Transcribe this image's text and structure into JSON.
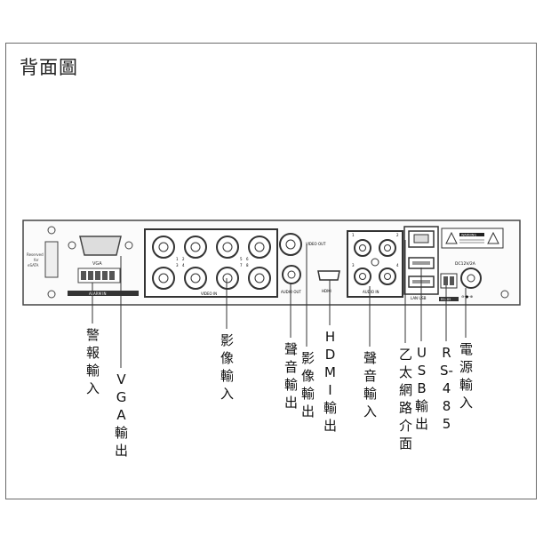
{
  "title": "背面圖",
  "panel": {
    "reserved_text": [
      "Reserved",
      "for",
      "eSATA"
    ],
    "vga_label": "VGA",
    "alarm_terminal_text": "ALARM IN",
    "video_in_label": "VIDEO IN",
    "video_in_numbers": [
      "1",
      "2",
      "3",
      "4",
      "5",
      "6",
      "7",
      "8"
    ],
    "video_out_top_label": "VIDEO OUT",
    "audio_out_label": "AUDIO OUT",
    "hdmi_label": "HDMI",
    "audio_in_label": "AUDIO IN",
    "audio_in_numbers": [
      "1",
      "2",
      "3",
      "4"
    ],
    "lan_usb_label": "LAN  USB",
    "rs485_label": "RS485",
    "dc_label": "DC12V/2A",
    "warning_text": "WARNING"
  },
  "callouts": [
    {
      "id": "alarm",
      "text": "警報輸入"
    },
    {
      "id": "vga",
      "text": "VGA輸出"
    },
    {
      "id": "video-in",
      "text": "影像輸入"
    },
    {
      "id": "audio-out",
      "text": "聲音輸出"
    },
    {
      "id": "video-out",
      "text": "影像輸出"
    },
    {
      "id": "hdmi",
      "text": "HDMI輸出"
    },
    {
      "id": "audio-in",
      "text": "聲音輸入"
    },
    {
      "id": "lan",
      "text": "乙太網路介面"
    },
    {
      "id": "usb",
      "text": "USB輸出"
    },
    {
      "id": "rs485",
      "text": "RS-485"
    },
    {
      "id": "power",
      "text": "電源輸入"
    }
  ]
}
